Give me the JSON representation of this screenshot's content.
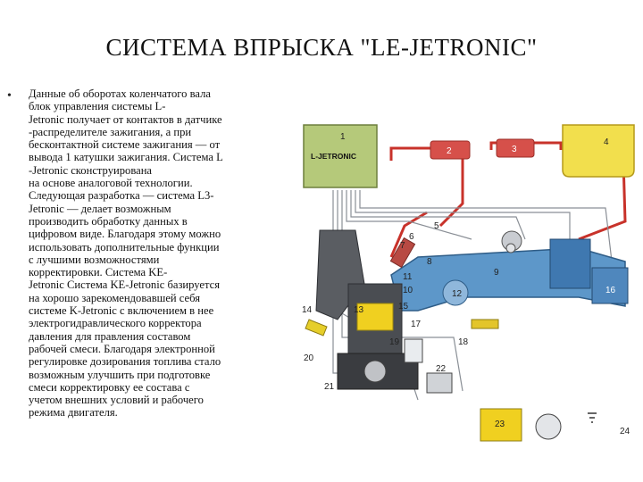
{
  "slide": {
    "title": "СИСТЕМА ВПРЫСКА \"LE-JETRONIC\"",
    "bullet": "•",
    "body": "Данные об оборотах коленчатого вала\nблок управления системы L-\nJetronic получает от контактов в датчике\n-распределителе зажигания, а при\nбесконтактной системе зажигания — от\nвывода 1 катушки зажигания. Система L\n-Jetronic сконструирована\nна основе аналоговой технологии.\nСледующая разработка — система L3-\nJetronic — делает возможным\nпроизводить обработку данных в\nцифровом виде. Благодаря этому можно\nиспользовать дополнительные функции\nс лучшими возможностями\nкорректировки. Система KE-\nJetronic Система KE-Jetronic базируется\nна хорошо зарекомендовавшей себя\nсистеме K-Jetronic с включением в нее\nэлектрогидравлического корректора\nдавления для  правления составом\nрабочей смеси. Благодаря электронной\nрегулировке дозирования топлива стало\nвозможным улучшить при подготовке\nсмеси корректировку ее состава с\nучетом внешних условий и рабочего\nрежима двигателя."
  },
  "diagram": {
    "ecu_label": "L-JETRONIC",
    "callouts": [
      "1",
      "2",
      "3",
      "4",
      "5",
      "6",
      "7",
      "8",
      "9",
      "10",
      "11",
      "12",
      "13",
      "14",
      "15",
      "16",
      "17",
      "18",
      "19",
      "20",
      "21",
      "22",
      "23",
      "24"
    ]
  }
}
